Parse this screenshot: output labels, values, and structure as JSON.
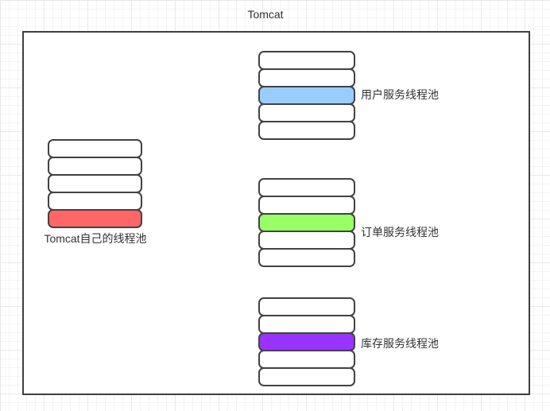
{
  "title": {
    "text": "Tomcat"
  },
  "colors": {
    "canvas_bg": "#ffffff",
    "grid_line_minor": "#f4f4f4",
    "grid_line_major": "#e9e9e9",
    "shape_border": "#424242",
    "container_border": "#3f3f3f",
    "shape_fill": "#ffffff",
    "text": "#333333",
    "red": "#ff6666",
    "blue": "#99ccff",
    "green": "#99ff66",
    "purple": "#9933ff"
  },
  "pools": [
    {
      "id": "tomcat-own",
      "label": "Tomcat自己的线程池",
      "label_position": "bottom",
      "highlight_color": "#ff6666",
      "highlight_index": 4,
      "slots": [
        "#ffffff",
        "#ffffff",
        "#ffffff",
        "#ffffff",
        "#ff6666"
      ]
    },
    {
      "id": "user-service",
      "label": "用户服务线程池",
      "label_position": "right",
      "highlight_color": "#99ccff",
      "highlight_index": 2,
      "slots": [
        "#ffffff",
        "#ffffff",
        "#99ccff",
        "#ffffff",
        "#ffffff"
      ]
    },
    {
      "id": "order-service",
      "label": "订单服务线程池",
      "label_position": "right",
      "highlight_color": "#99ff66",
      "highlight_index": 2,
      "slots": [
        "#ffffff",
        "#ffffff",
        "#99ff66",
        "#ffffff",
        "#ffffff"
      ]
    },
    {
      "id": "inventory-service",
      "label": "库存服务线程池",
      "label_position": "right",
      "highlight_color": "#9933ff",
      "highlight_index": 2,
      "slots": [
        "#ffffff",
        "#ffffff",
        "#9933ff",
        "#ffffff",
        "#ffffff"
      ]
    }
  ]
}
